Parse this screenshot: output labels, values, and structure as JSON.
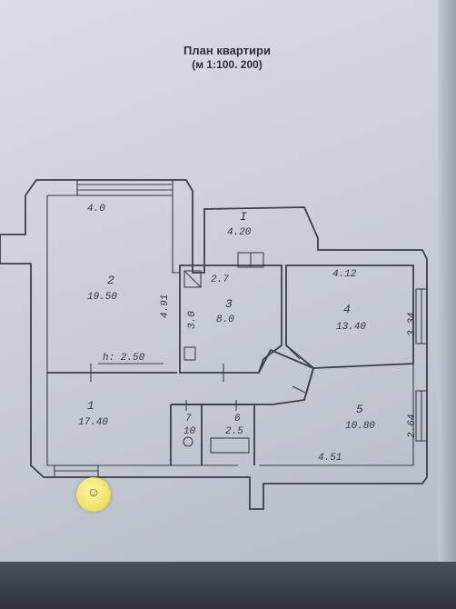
{
  "title": "План квартири",
  "scale": "(м 1:100. 200)",
  "rooms": [
    {
      "id": "1",
      "number": "1",
      "area": "17.40"
    },
    {
      "id": "2",
      "number": "2",
      "area": "19.50"
    },
    {
      "id": "3",
      "number": "3",
      "area": "8.0"
    },
    {
      "id": "4",
      "number": "4",
      "area": "13.40"
    },
    {
      "id": "5",
      "number": "5",
      "area": "10.80"
    },
    {
      "id": "6",
      "number": "6",
      "area": "2.5"
    },
    {
      "id": "7",
      "number": "7",
      "area": "10"
    },
    {
      "id": "balcony",
      "number": "I",
      "area": "4.20"
    }
  ],
  "dimensions": {
    "room2_top": "4.0",
    "room2_right": "4.91",
    "room3_top": "2.7",
    "room3_left": "3.0",
    "room4_top": "4.12",
    "room4_right": "3.34",
    "room5_right": "2.64",
    "room5_bottom": "4.51"
  },
  "ceiling_height": "h: 2.50",
  "sticker": "☺"
}
